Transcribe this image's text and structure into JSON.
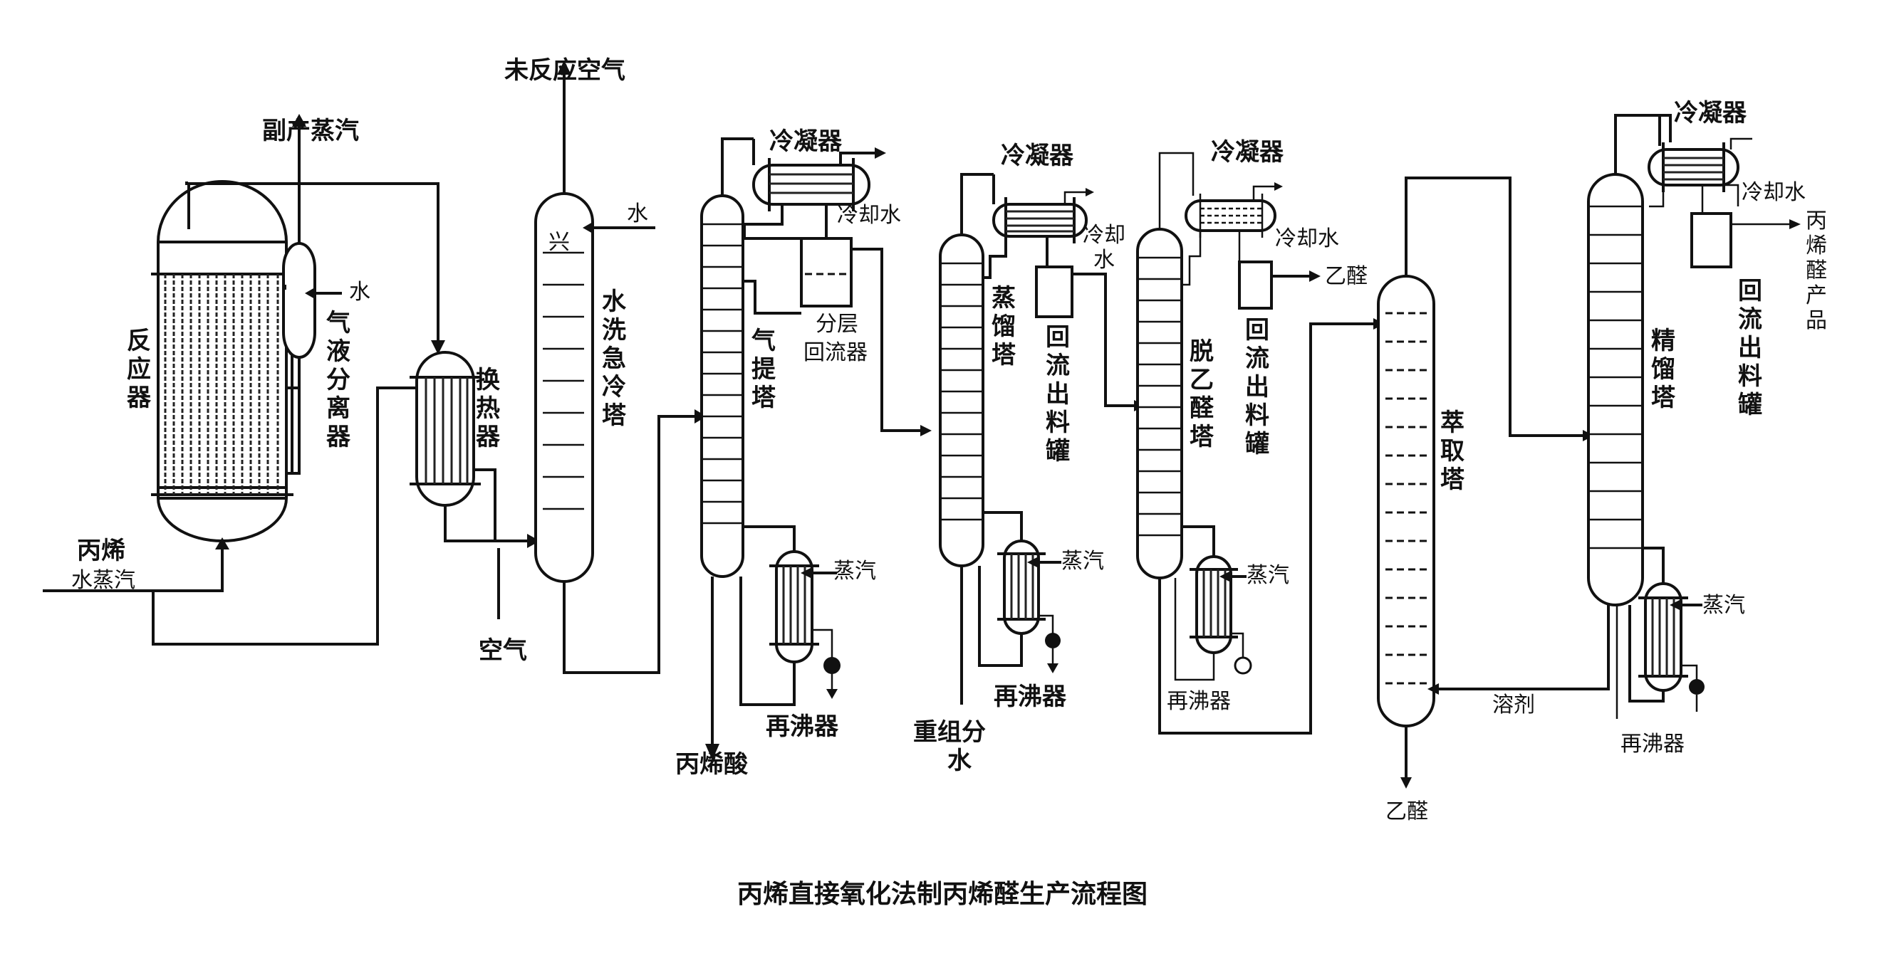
{
  "caption": "丙烯直接氧化法制丙烯醛生产流程图",
  "labels": {
    "reactor": "反应器",
    "byproduct_steam": "副产蒸汽",
    "gas_liquid_sep": "气液分离器",
    "water_1": "水",
    "propylene": "丙烯",
    "water_steam": "水蒸汽",
    "heat_exchanger": "换热器",
    "air": "空气",
    "unreacted_air": "未反应空气",
    "water_2": "水",
    "quench_tower": "水洗急冷塔",
    "condenser_1": "冷凝器",
    "cooling_water_1": "冷却水",
    "stripper": "气提塔",
    "layer_reflux": "分层回流器",
    "acrylic_acid": "丙烯酸",
    "reboiler_1": "再沸器",
    "steam_1": "蒸汽",
    "condenser_2": "冷凝器",
    "cooling_water_2": "冷却水",
    "distillation_tower": "蒸馏塔",
    "reflux_drum_1": "回流出料罐",
    "heavy_water": "重组分水",
    "reboiler_2": "再沸器",
    "steam_2": "蒸汽",
    "condenser_3": "冷凝器",
    "cooling_water_3": "冷却水",
    "acetaldehyde_1": "乙醛",
    "deacetaldehyde_tower": "脱乙醛塔",
    "reflux_drum_2": "回流出料罐",
    "reboiler_3": "再沸器",
    "steam_3": "蒸汽",
    "extraction_tower": "萃取塔",
    "solvent": "溶剂",
    "acetaldehyde_2": "乙醛",
    "condenser_4": "冷凝器",
    "cooling_water_4": "冷却水",
    "rectification_tower": "精馏塔",
    "reflux_drum_3": "回流出料罐",
    "acrolein_product": "丙烯醛产品",
    "reboiler_4": "再沸器",
    "steam_4": "蒸汽"
  },
  "colors": {
    "ink": "#111111",
    "paper": "#ffffff"
  }
}
